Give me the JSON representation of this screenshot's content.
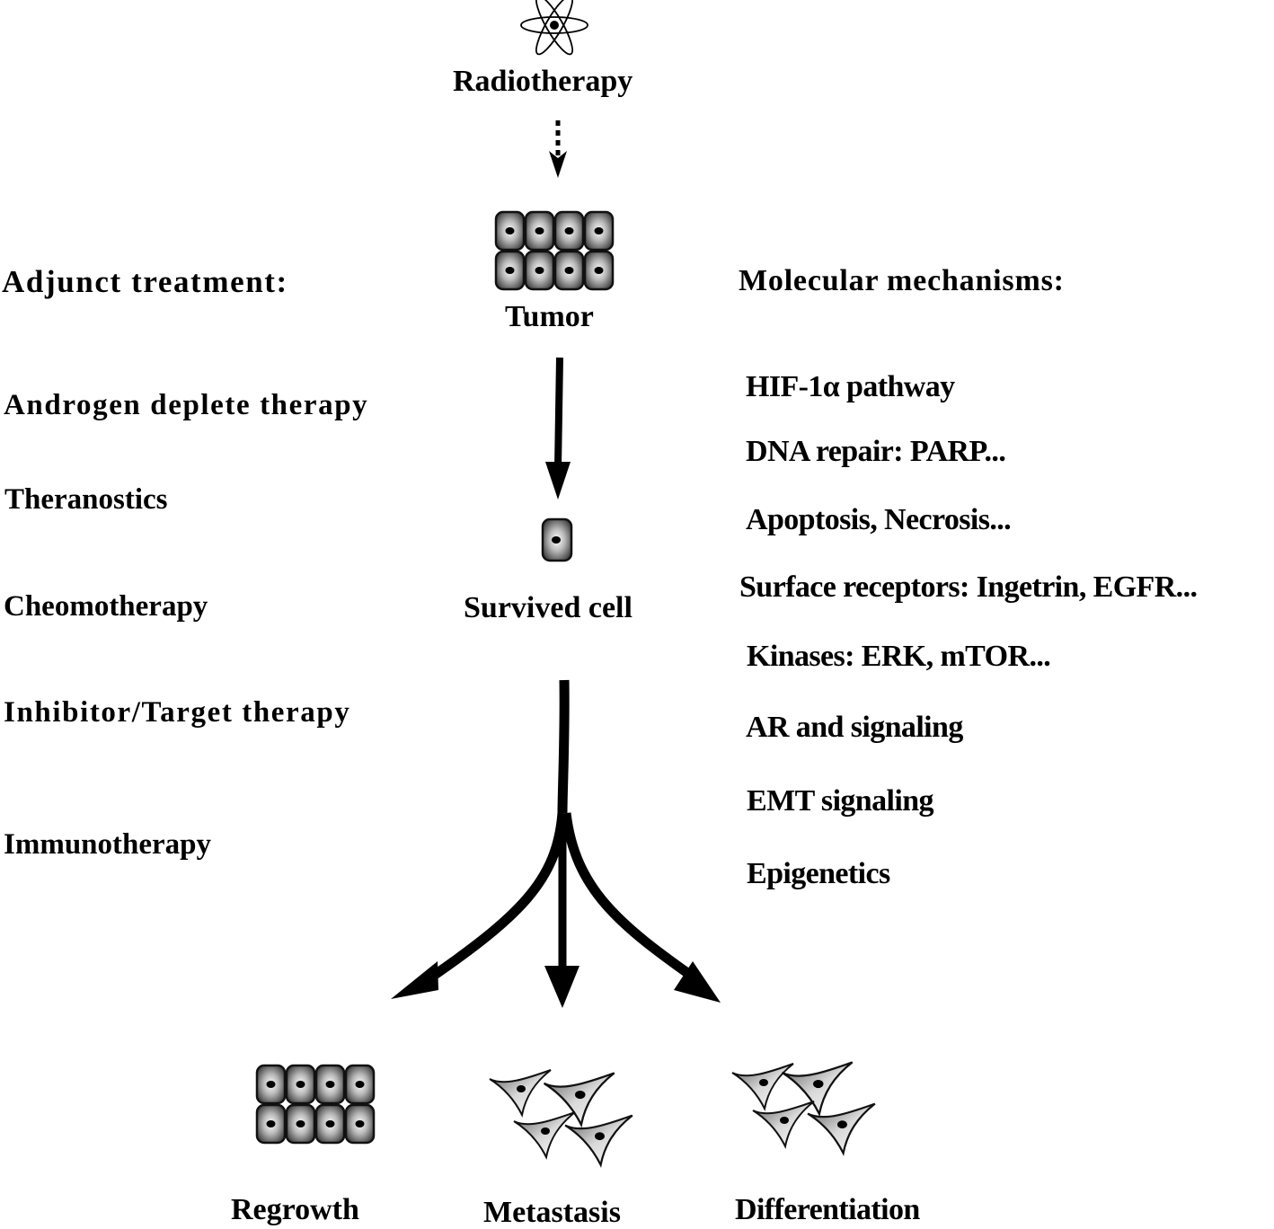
{
  "diagram": {
    "top": {
      "icon": "atom-icon",
      "label": "Radiotherapy"
    },
    "tumor": {
      "icon": "cell-cluster-icon",
      "label": "Tumor"
    },
    "survived": {
      "icon": "single-cell-icon",
      "label": "Survived cell"
    },
    "left_panel": {
      "heading": "Adjunct treatment:",
      "items": [
        "Androgen deplete therapy",
        "Theranostics",
        "Cheomotherapy",
        "Inhibitor/Target therapy",
        "Immunotherapy"
      ]
    },
    "right_panel": {
      "heading": "Molecular mechanisms:",
      "items": [
        "HIF-1α pathway",
        "DNA repair: PARP...",
        "Apoptosis, Necrosis...",
        "Surface receptors: Ingetrin, EGFR...",
        "Kinases: ERK, mTOR...",
        "AR and signaling",
        "EMT signaling",
        "Epigenetics"
      ]
    },
    "outcomes": [
      {
        "label": "Regrowth",
        "icon": "cell-cluster-icon"
      },
      {
        "label": "Metastasis",
        "icon": "migrating-cells-icon"
      },
      {
        "label": "Differentiation",
        "icon": "migrating-cells-icon"
      }
    ],
    "edges": [
      {
        "from": "Radiotherapy",
        "to": "Tumor",
        "style": "dashed"
      },
      {
        "from": "Tumor",
        "to": "Survived cell",
        "style": "solid"
      },
      {
        "from": "Survived cell",
        "to": "Regrowth",
        "style": "solid-curved"
      },
      {
        "from": "Survived cell",
        "to": "Metastasis",
        "style": "solid"
      },
      {
        "from": "Survived cell",
        "to": "Differentiation",
        "style": "solid-curved"
      }
    ]
  }
}
